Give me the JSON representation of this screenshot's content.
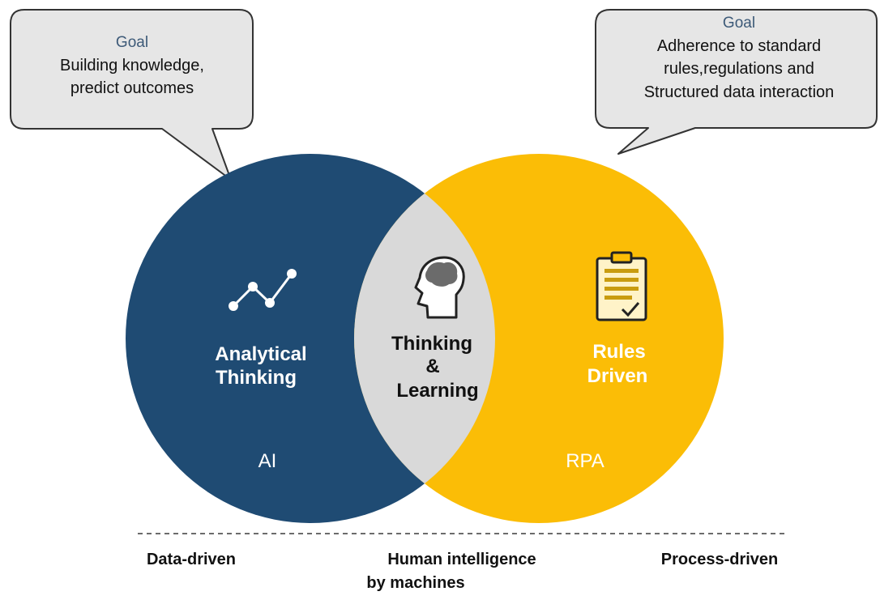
{
  "left_callout": {
    "heading": "Goal",
    "lines": [
      "Building knowledge,",
      "predict outcomes"
    ]
  },
  "right_callout": {
    "heading": "Goal",
    "lines": [
      "Adherence to standard",
      "rules,regulations and",
      "Structured data interaction"
    ]
  },
  "left_circle": {
    "icon": "line-chart-icon",
    "title_lines": [
      "Analytical",
      "Thinking"
    ],
    "tag": "AI",
    "color": "#1f4b73"
  },
  "center_overlap": {
    "icon": "brain-head-icon",
    "title_lines": [
      "Thinking",
      "&",
      "Learning"
    ],
    "color": "#d9d9d9"
  },
  "right_circle": {
    "icon": "clipboard-checklist-icon",
    "title_lines": [
      "Rules",
      "Driven"
    ],
    "tag": "RPA",
    "color": "#fbbd06"
  },
  "footer": {
    "left": "Data-driven",
    "center_lines": [
      "Human intelligence",
      "by machines"
    ],
    "right": "Process-driven"
  }
}
